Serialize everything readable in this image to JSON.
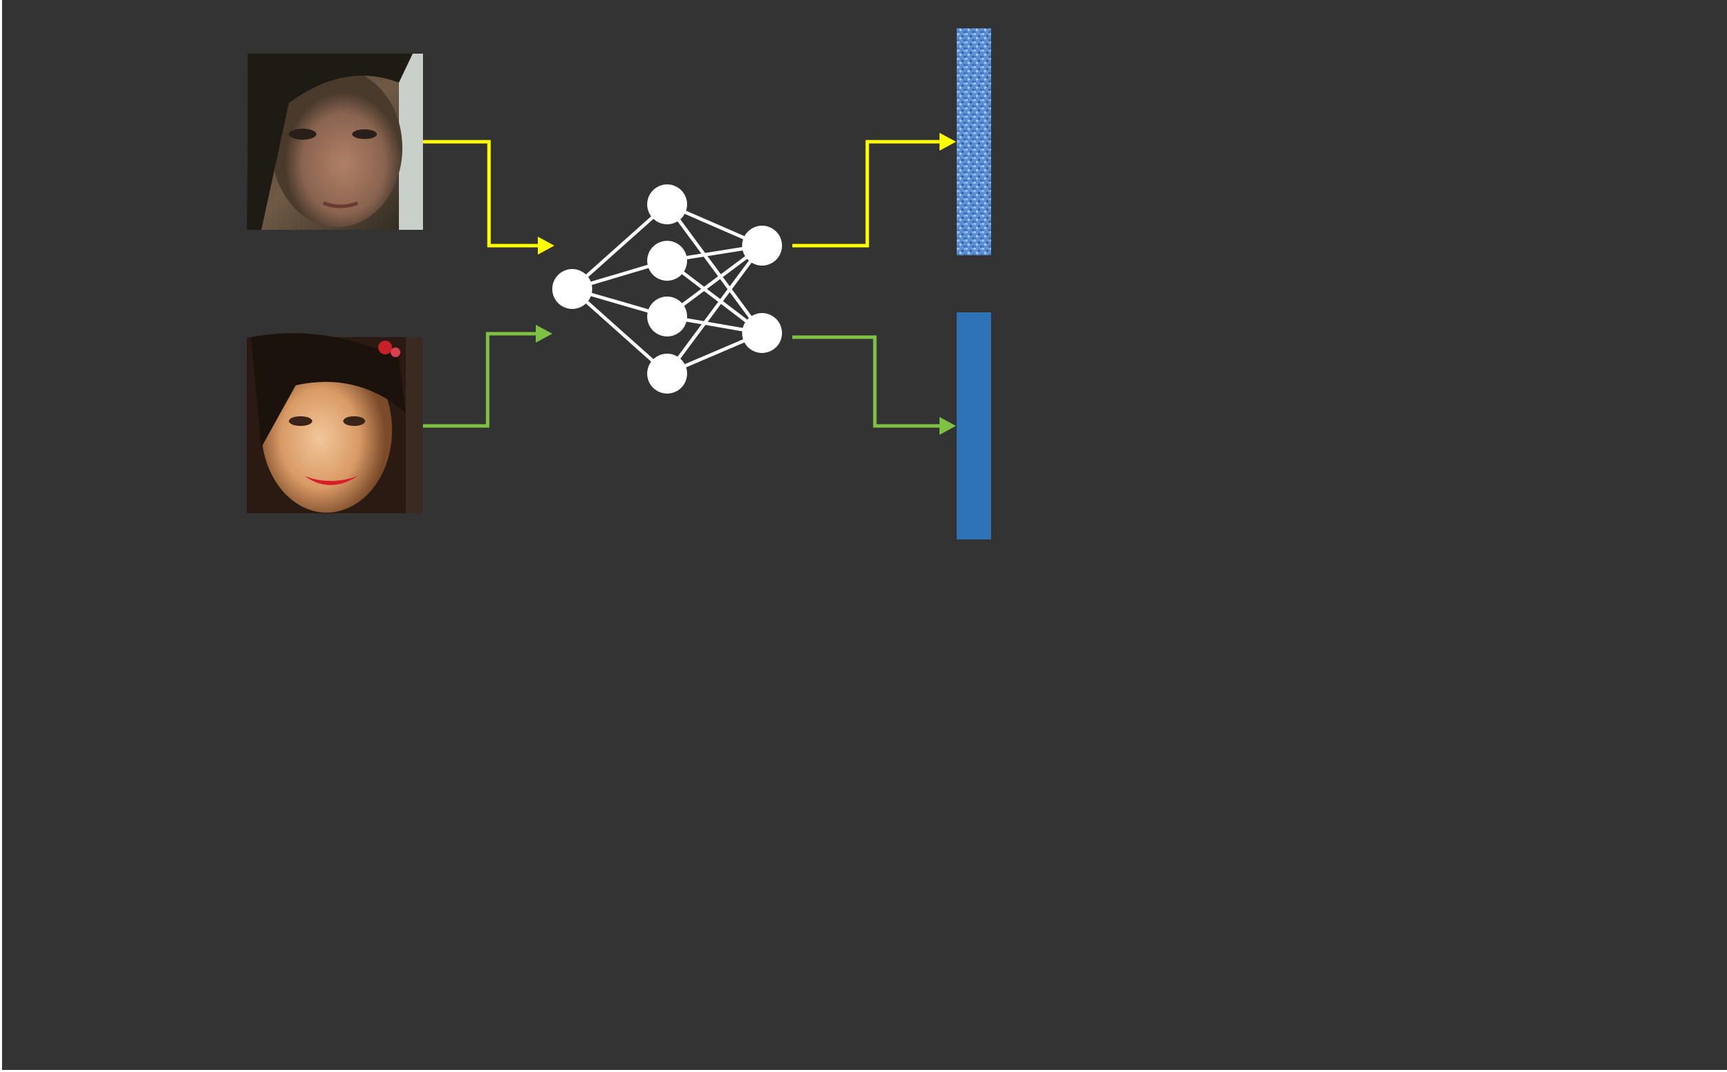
{
  "diagram": {
    "background_color": "#333333",
    "inputs": [
      {
        "id": "face-1",
        "kind": "photo",
        "description_icon": "face-photo-icon",
        "arrow_color": "#ffff00"
      },
      {
        "id": "face-2",
        "kind": "photo",
        "description_icon": "face-photo-icon",
        "arrow_color": "#7dc242"
      }
    ],
    "network": {
      "layers": [
        1,
        4,
        2
      ],
      "node_color": "#ffffff",
      "edge_color": "#ffffff"
    },
    "outputs": [
      {
        "id": "embedding-1",
        "kind": "feature-vector",
        "fill": "textured",
        "color": "#5b8fd6",
        "arrow_color": "#ffff00"
      },
      {
        "id": "embedding-2",
        "kind": "feature-vector",
        "fill": "solid",
        "color": "#2e73b8",
        "arrow_color": "#7dc242"
      }
    ],
    "colors": {
      "yellow_path": "#ffff00",
      "green_path": "#7dc242",
      "vector_blue": "#2e73b8",
      "vector_blue_light": "#5b8fd6"
    }
  }
}
